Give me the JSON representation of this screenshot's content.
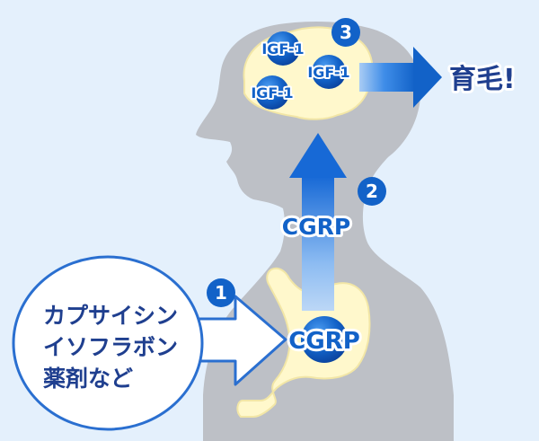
{
  "colors": {
    "background": "#e4f0fc",
    "silhouette": "#bdc0c6",
    "organ": "#fff8cc",
    "accent_blue": "#1262c8",
    "text_navy": "#1f3f8f"
  },
  "steps": [
    {
      "number": "1",
      "icon": "arrow-right-icon"
    },
    {
      "number": "2",
      "icon": "arrow-up-icon"
    },
    {
      "number": "3",
      "icon": "arrow-right-icon"
    }
  ],
  "bubble": {
    "lines": [
      "カプサイシン",
      "イソフラボン",
      "薬剤など"
    ]
  },
  "stomach": {
    "molecule_label": "CGRP"
  },
  "pathway": {
    "label": "CGRP"
  },
  "brain": {
    "molecules": [
      "IGF-1",
      "IGF-1",
      "IGF-1"
    ]
  },
  "result": {
    "label": "育毛!"
  }
}
